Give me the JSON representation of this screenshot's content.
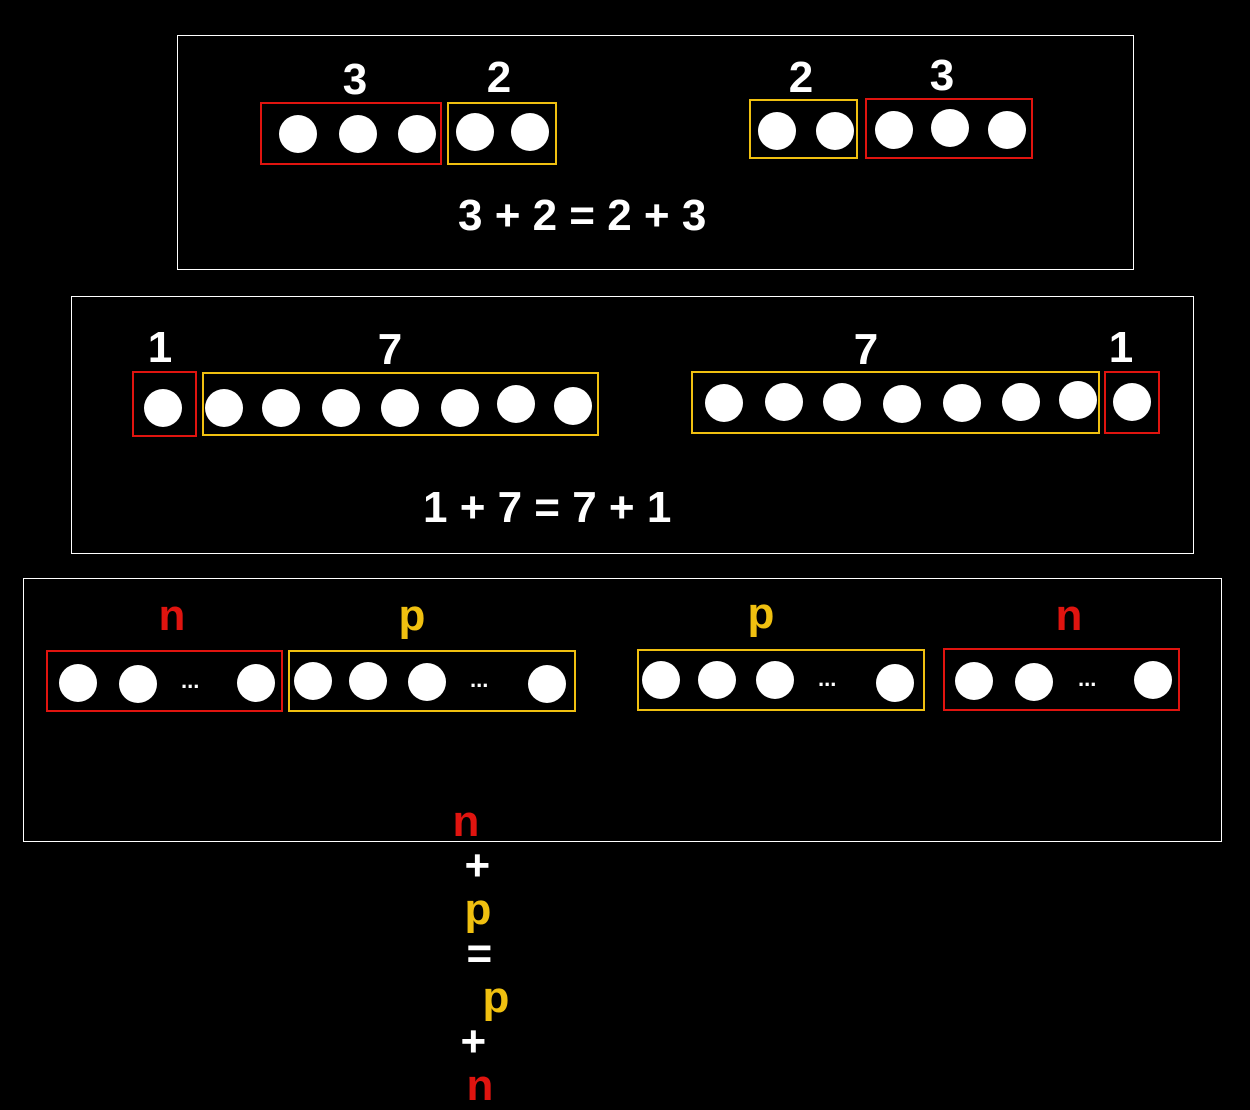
{
  "colors": {
    "background": "#000000",
    "red": "#e0140f",
    "yellow": "#f0c010",
    "white": "#ffffff"
  },
  "panel1": {
    "left_pair": {
      "first_label": "3",
      "second_label": "2"
    },
    "right_pair": {
      "first_label": "2",
      "second_label": "3"
    },
    "equation": "3 + 2 = 2 + 3"
  },
  "panel2": {
    "left_pair": {
      "first_label": "1",
      "second_label": "7"
    },
    "right_pair": {
      "first_label": "7",
      "second_label": "1"
    },
    "equation": "1 + 7 = 7 + 1"
  },
  "panel3": {
    "left_pair": {
      "first_label": "n",
      "second_label": "p"
    },
    "right_pair": {
      "first_label": "p",
      "second_label": "n"
    },
    "ellipsis": "...",
    "equation": {
      "n1": "n",
      "plus1": "+",
      "p1": "p",
      "equals": "=",
      "p2": "p",
      "plus2": "+",
      "n2": "n"
    }
  }
}
